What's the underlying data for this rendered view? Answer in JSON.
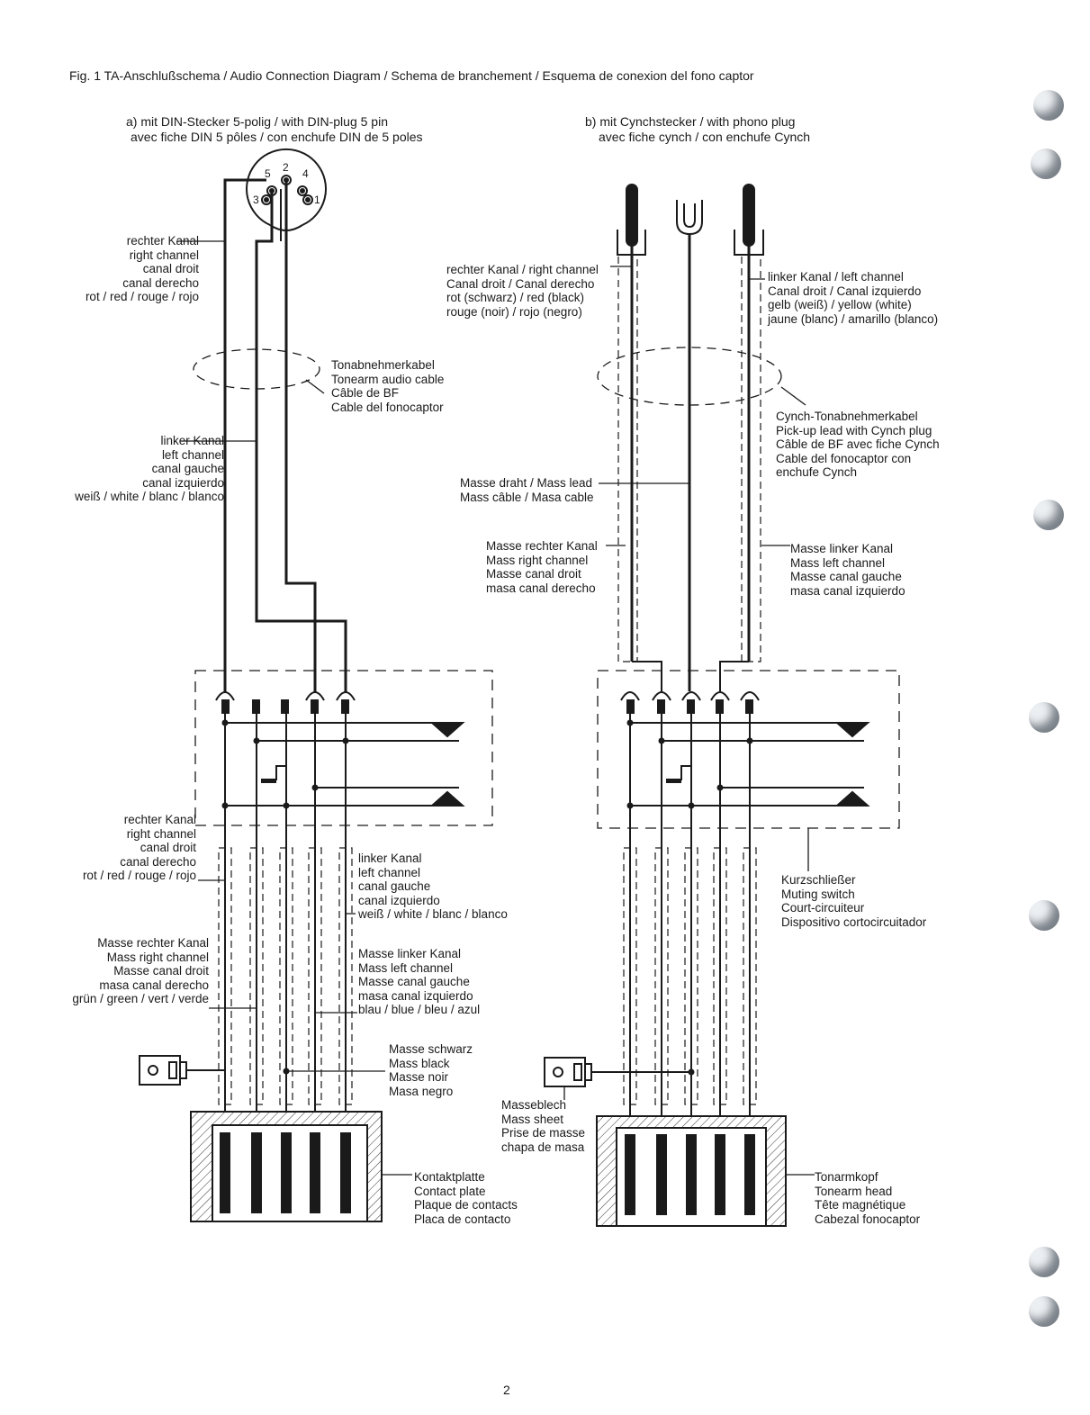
{
  "title": "Fig. 1   TA-Anschlußschema / Audio Connection Diagram / Schema de branchement / Esquema de conexion del fono captor",
  "page_number": "2",
  "section_a": {
    "heading": [
      "a) mit DIN-Stecker 5-polig / with DIN-plug 5 pin",
      "avec fiche DIN 5 pôles / con enchufe DIN de 5 poles"
    ],
    "pins": [
      "5",
      "2",
      "4",
      "3",
      "1"
    ],
    "right_channel_top": [
      "rechter Kanal",
      "right channel",
      "canal droit",
      "canal derecho",
      "rot / red / rouge / rojo"
    ],
    "cable": [
      "Tonabnehmerkabel",
      "Tonearm audio cable",
      "Câble de BF",
      "Cable del fonocaptor"
    ],
    "left_channel_top": [
      "linker Kanal",
      "left channel",
      "canal gauche",
      "canal izquierdo",
      "weiß / white / blanc / blanco"
    ],
    "right_channel_bottom": [
      "rechter Kanal",
      "right channel",
      "canal droit",
      "canal derecho",
      "rot / red / rouge / rojo"
    ],
    "left_channel_bottom": [
      "linker Kanal",
      "left channel",
      "canal gauche",
      "canal izquierdo",
      "weiß / white / blanc / blanco"
    ],
    "mass_right": [
      "Masse rechter Kanal",
      "Mass right channel",
      "Masse canal droit",
      "masa canal derecho",
      "grün / green / vert / verde"
    ],
    "mass_left": [
      "Masse linker Kanal",
      "Mass left channel",
      "Masse canal gauche",
      "masa canal izquierdo",
      "blau / blue / bleu / azul"
    ],
    "mass_black": [
      "Masse schwarz",
      "Mass black",
      "Masse noir",
      "Masa negro"
    ],
    "contact_plate": [
      "Kontaktplatte",
      "Contact plate",
      "Plaque de contacts",
      "Placa de contacto"
    ]
  },
  "section_b": {
    "heading": [
      "b) mit Cynchstecker / with phono plug",
      "avec fiche cynch / con enchufe Cynch"
    ],
    "right_channel": [
      "rechter Kanal / right channel",
      "Canal droit / Canal derecho",
      "rot (schwarz) / red (black)",
      "rouge (noir) / rojo (negro)"
    ],
    "left_channel": [
      "linker Kanal / left channel",
      "Canal droit / Canal izquierdo",
      "gelb (weiß) / yellow (white)",
      "jaune (blanc) / amarillo (blanco)"
    ],
    "cable": [
      "Cynch-Tonabnehmerkabel",
      "Pick-up lead with Cynch plug",
      "Câble de BF avec fiche Cynch",
      "Cable del fonocaptor con",
      "enchufe Cynch"
    ],
    "mass_lead": [
      "Masse draht / Mass lead",
      "Mass câble / Masa cable"
    ],
    "mass_right": [
      "Masse rechter Kanal",
      "Mass right channel",
      "Masse canal droit",
      "masa canal derecho"
    ],
    "mass_left": [
      "Masse linker Kanal",
      "Mass left channel",
      "Masse canal gauche",
      "masa canal izquierdo"
    ],
    "muting_switch": [
      "Kurzschließer",
      "Muting switch",
      "Court-circuiteur",
      "Dispositivo cortocircuitador"
    ],
    "mass_sheet": [
      "Masseblech",
      "Mass sheet",
      "Prise de masse",
      "chapa de masa"
    ],
    "tonearm_head": [
      "Tonarmkopf",
      "Tonearm head",
      "Tête magnétique",
      "Cabezal fonocaptor"
    ]
  }
}
